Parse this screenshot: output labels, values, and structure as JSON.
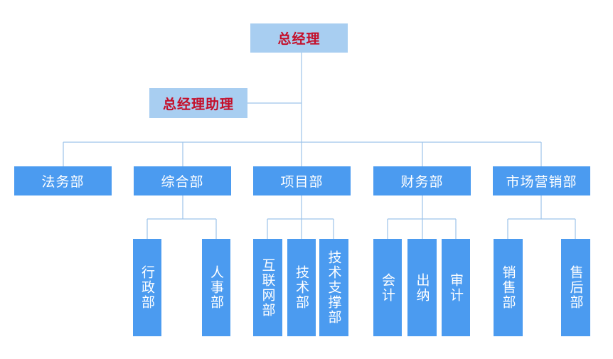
{
  "colors": {
    "top_box_fill": "#a8cef1",
    "top_box_text": "#c40f2a",
    "dept_box_fill": "#4b9bf0",
    "dept_box_text": "#ffffff",
    "connector": "#9dc3ea"
  },
  "general_manager": "总经理",
  "gm_assistant": "总经理助理",
  "departments": [
    {
      "name": "法务部",
      "subs": []
    },
    {
      "name": "综合部",
      "subs": [
        "行政部",
        "人事部"
      ]
    },
    {
      "name": "项目部",
      "subs": [
        "互联网部",
        "技术部",
        "技术支撑部"
      ]
    },
    {
      "name": "财务部",
      "subs": [
        "会计",
        "出纳",
        "审计"
      ]
    },
    {
      "name": "市场营销部",
      "subs": [
        "销售部",
        "售后部"
      ]
    }
  ]
}
